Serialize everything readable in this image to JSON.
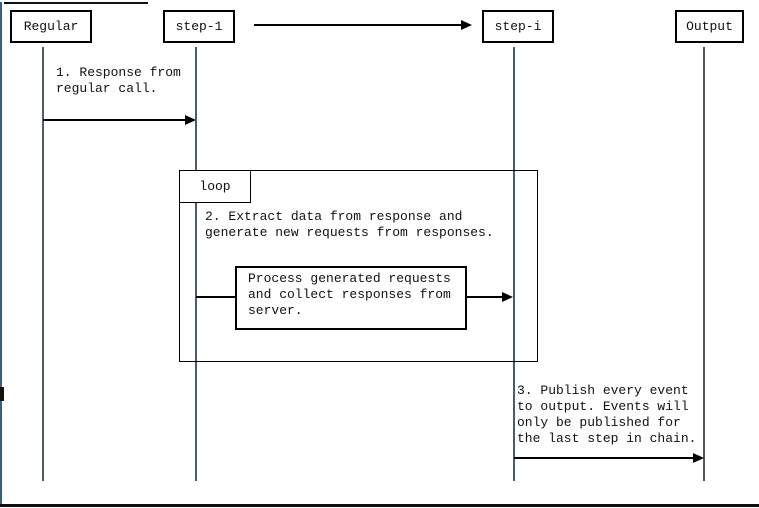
{
  "colors": {
    "line": "#000000",
    "lifeline": "#4e5a66",
    "left_edge_strip": "#3a5f82",
    "background": "#ffffff"
  },
  "participants": [
    {
      "id": "regular",
      "label": "Regular"
    },
    {
      "id": "step-1",
      "label": "step-1"
    },
    {
      "id": "step-i",
      "label": "step-i"
    },
    {
      "id": "output",
      "label": "Output"
    }
  ],
  "loop": {
    "label": "loop"
  },
  "messages": {
    "m1": "1. Response from\nregular call.",
    "m2": "2. Extract data from response and\ngenerate new requests from responses.",
    "process": "Process generated requests\nand collect responses from\nserver.",
    "m3": "3. Publish every event\nto output. Events will\nonly be published for\nthe last step in chain."
  }
}
